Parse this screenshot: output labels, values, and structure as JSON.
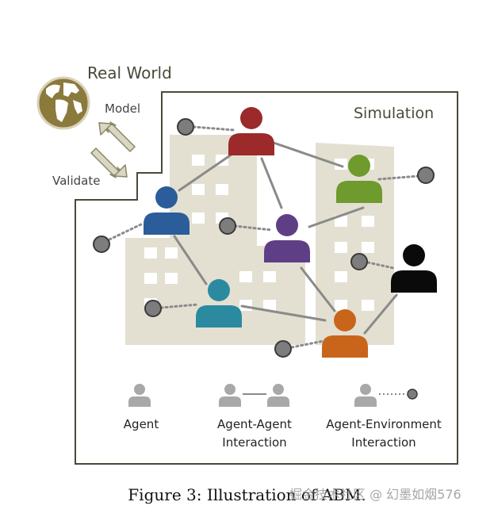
{
  "labels": {
    "real_world": "Real World",
    "simulation": "Simulation",
    "model": "Model",
    "validate": "Validate"
  },
  "legend": {
    "agent": "Agent",
    "agent_agent_line1": "Agent-Agent",
    "agent_agent_line2": "Interaction",
    "agent_env_line1": "Agent-Environment",
    "agent_env_line2": "Interaction"
  },
  "caption": "Figure 3: Illustration of ABM.",
  "watermark": "掘金技术社区 @ 幻墨如烟576",
  "colors": {
    "frame": "#4a4a3a",
    "building": "#e3e0d2",
    "window": "#ffffff",
    "link": "#8a8a8a",
    "env_node": "#7d7d7d",
    "legend_agent": "#a8a8a8",
    "globe": "#8a7a3c",
    "arrow": "#d9d6c2",
    "agents": {
      "red": "#9c2a2a",
      "blue": "#2a5d9a",
      "green": "#6e9a2e",
      "purple": "#5e3f86",
      "black": "#0a0a0a",
      "teal": "#2b8aa0",
      "orange": "#c8651a"
    }
  },
  "icons": [
    "globe-icon",
    "agent-icon",
    "environment-node-icon",
    "double-arrow-icon"
  ]
}
